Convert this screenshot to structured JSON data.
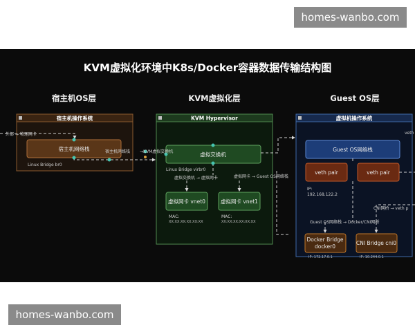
{
  "watermark": {
    "top": "homes-wanbo.com",
    "bottom": "homes-wanbo.com"
  },
  "diagram": {
    "title": "KVM虚拟化环境中K8s/Docker容器数据传输结构图",
    "columns": {
      "host": "宿主机OS层",
      "kvm": "KVM虚拟化层",
      "guest": "Guest OS层"
    },
    "host": {
      "panel_title": "宿主机操作系统",
      "network_stack": "宿主机网络栈",
      "bridge_label": "Linux Bridge br0"
    },
    "kvm": {
      "panel_title": "KVM Hypervisor",
      "switch": "虚拟交换机",
      "bridge_label": "Linux Bridge virbr0",
      "nic0": "虚拟网卡 vnet0",
      "nic1": "虚拟网卡 vnet1",
      "mac_label0": "MAC:",
      "mac_value0": "XX:XX:XX:XX:XX:XX",
      "mac_label1": "MAC:",
      "mac_value1": "XX:XX:XX:XX:XX:XX"
    },
    "guest": {
      "panel_title": "虚拟机操作系统",
      "network_stack": "Guest OS网络栈",
      "veth_left": "veth pair",
      "veth_right": "veth pair",
      "ip_label": "IP:",
      "ip_value": "192.168.122.2",
      "docker_bridge_line1": "Docker Bridge",
      "docker_bridge_line2": "docker0",
      "cni_bridge": "CNI Bridge cni0",
      "docker_ip": "IP: 172.17.0.1",
      "cni_ip": "IP: 10.244.0.1",
      "edge_cut": "veth"
    },
    "flows": {
      "external_to_nic": "外部 → 物理网卡",
      "host_to_kvm_a": "宿主机网络栈",
      "host_to_kvm_b": "→KVM虚拟交换机",
      "switch_to_nic": "虚拟交换机 → 虚拟网卡",
      "nic_to_guest": "虚拟网卡 → Guest OS网络栈",
      "guest_to_bridge": "Guest OS网络栈 → Docker/CNI网桥",
      "cni_to_veth": "CNI网桥 → veth p"
    }
  }
}
